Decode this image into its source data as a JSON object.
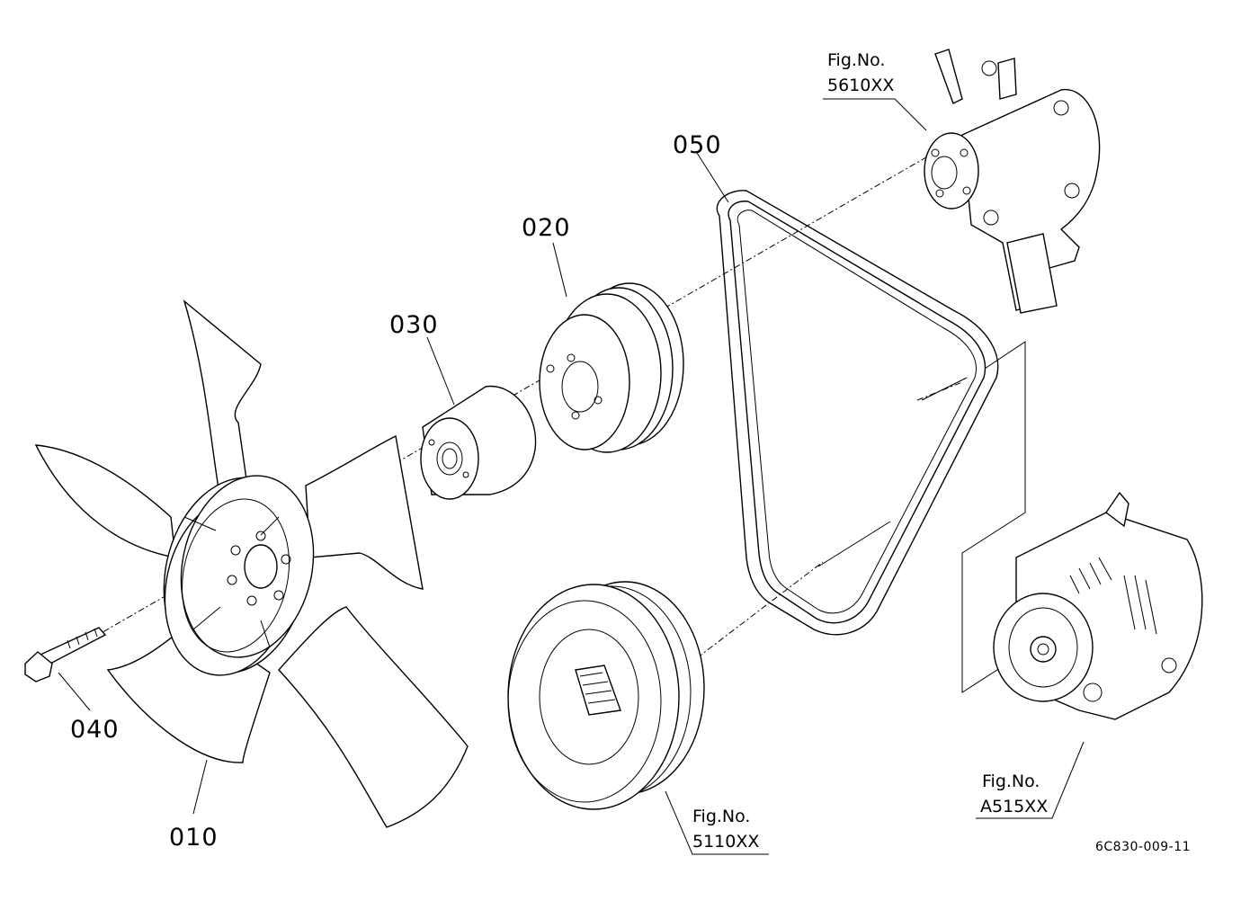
{
  "parts": [
    {
      "id": "010",
      "label": "010"
    },
    {
      "id": "020",
      "label": "020"
    },
    {
      "id": "030",
      "label": "030"
    },
    {
      "id": "040",
      "label": "040"
    },
    {
      "id": "050",
      "label": "050"
    }
  ],
  "references": [
    {
      "id": "water-pump",
      "line1": "Fig.No.",
      "line2": "5610XX"
    },
    {
      "id": "crank-pulley",
      "line1": "Fig.No.",
      "line2": "5110XX"
    },
    {
      "id": "alternator",
      "line1": "Fig.No.",
      "line2": "A515XX"
    }
  ],
  "drawing_code": "6C830-009-11"
}
